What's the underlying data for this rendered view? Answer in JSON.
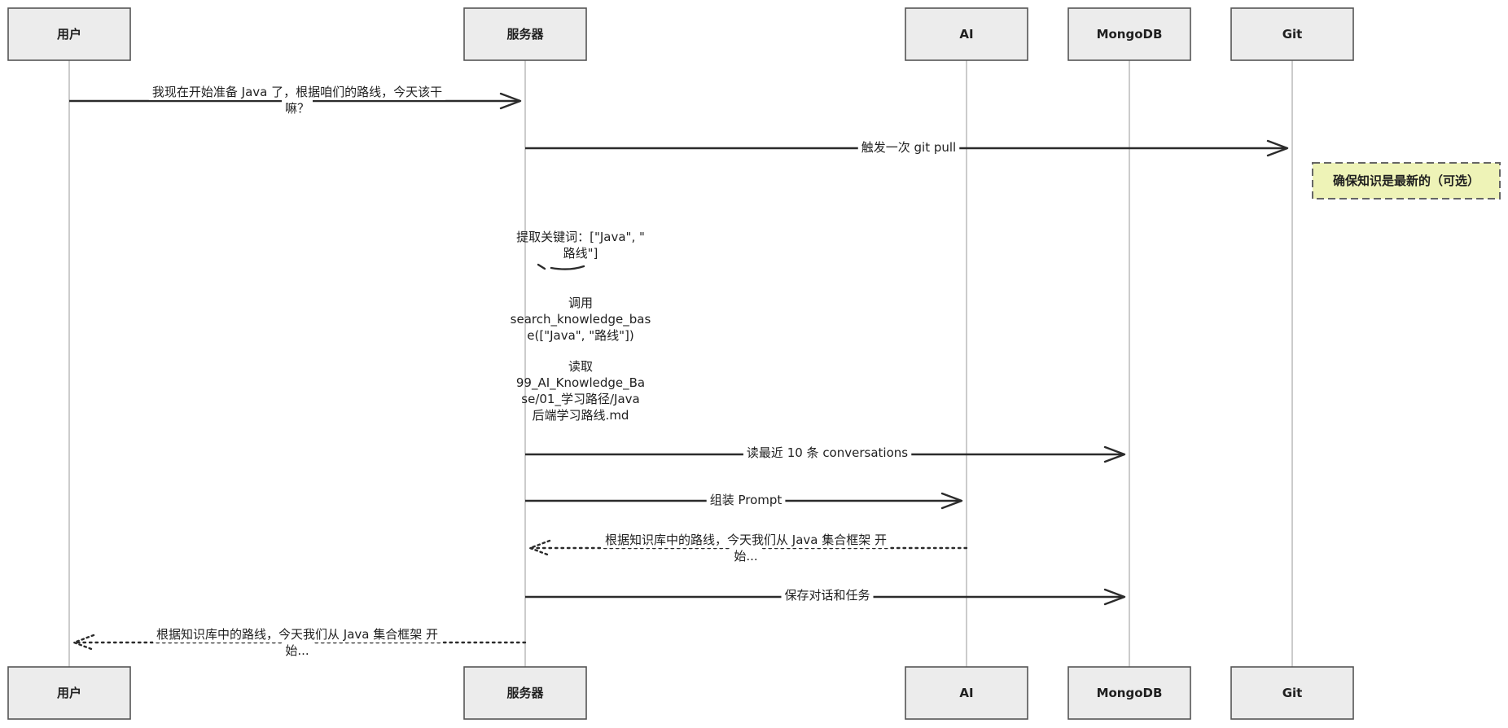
{
  "participants": [
    {
      "id": "user",
      "label": "用户"
    },
    {
      "id": "server",
      "label": "服务器"
    },
    {
      "id": "ai",
      "label": "AI"
    },
    {
      "id": "mongodb",
      "label": "MongoDB"
    },
    {
      "id": "git",
      "label": "Git"
    }
  ],
  "messages": [
    {
      "from": "user",
      "to": "server",
      "style": "solid",
      "lines": [
        "我现在开始准备 Java 了，根据咱们的路线，今天该干",
        "嘛？"
      ]
    },
    {
      "from": "server",
      "to": "git",
      "style": "solid",
      "lines": [
        "触发一次 git pull"
      ]
    },
    {
      "from": "server",
      "to": "server",
      "style": "self",
      "lines": [
        "提取关键词：[\"Java\", \"",
        "路线\"]"
      ]
    },
    {
      "from": "server",
      "to": "server",
      "style": "self",
      "lines": [
        "调用",
        "search_knowledge_bas",
        "e([\"Java\", \"路线\"])"
      ]
    },
    {
      "from": "server",
      "to": "server",
      "style": "self",
      "lines": [
        "读取",
        "99_AI_Knowledge_Ba",
        "se/01_学习路径/Java",
        "后端学习路线.md"
      ]
    },
    {
      "from": "server",
      "to": "mongodb",
      "style": "solid",
      "lines": [
        "读最近 10 条 conversations"
      ]
    },
    {
      "from": "server",
      "to": "ai",
      "style": "solid",
      "lines": [
        "组装 Prompt"
      ]
    },
    {
      "from": "ai",
      "to": "server",
      "style": "dotted",
      "lines": [
        "根据知识库中的路线，今天我们从 Java 集合框架 开",
        "始..."
      ]
    },
    {
      "from": "server",
      "to": "mongodb",
      "style": "solid",
      "lines": [
        "保存对话和任务"
      ]
    },
    {
      "from": "server",
      "to": "user",
      "style": "dotted",
      "lines": [
        "根据知识库中的路线，今天我们从 Java 集合框架 开",
        "始..."
      ]
    }
  ],
  "notes": [
    {
      "over": "git",
      "text": "确保知识是最新的（可选）"
    }
  ]
}
